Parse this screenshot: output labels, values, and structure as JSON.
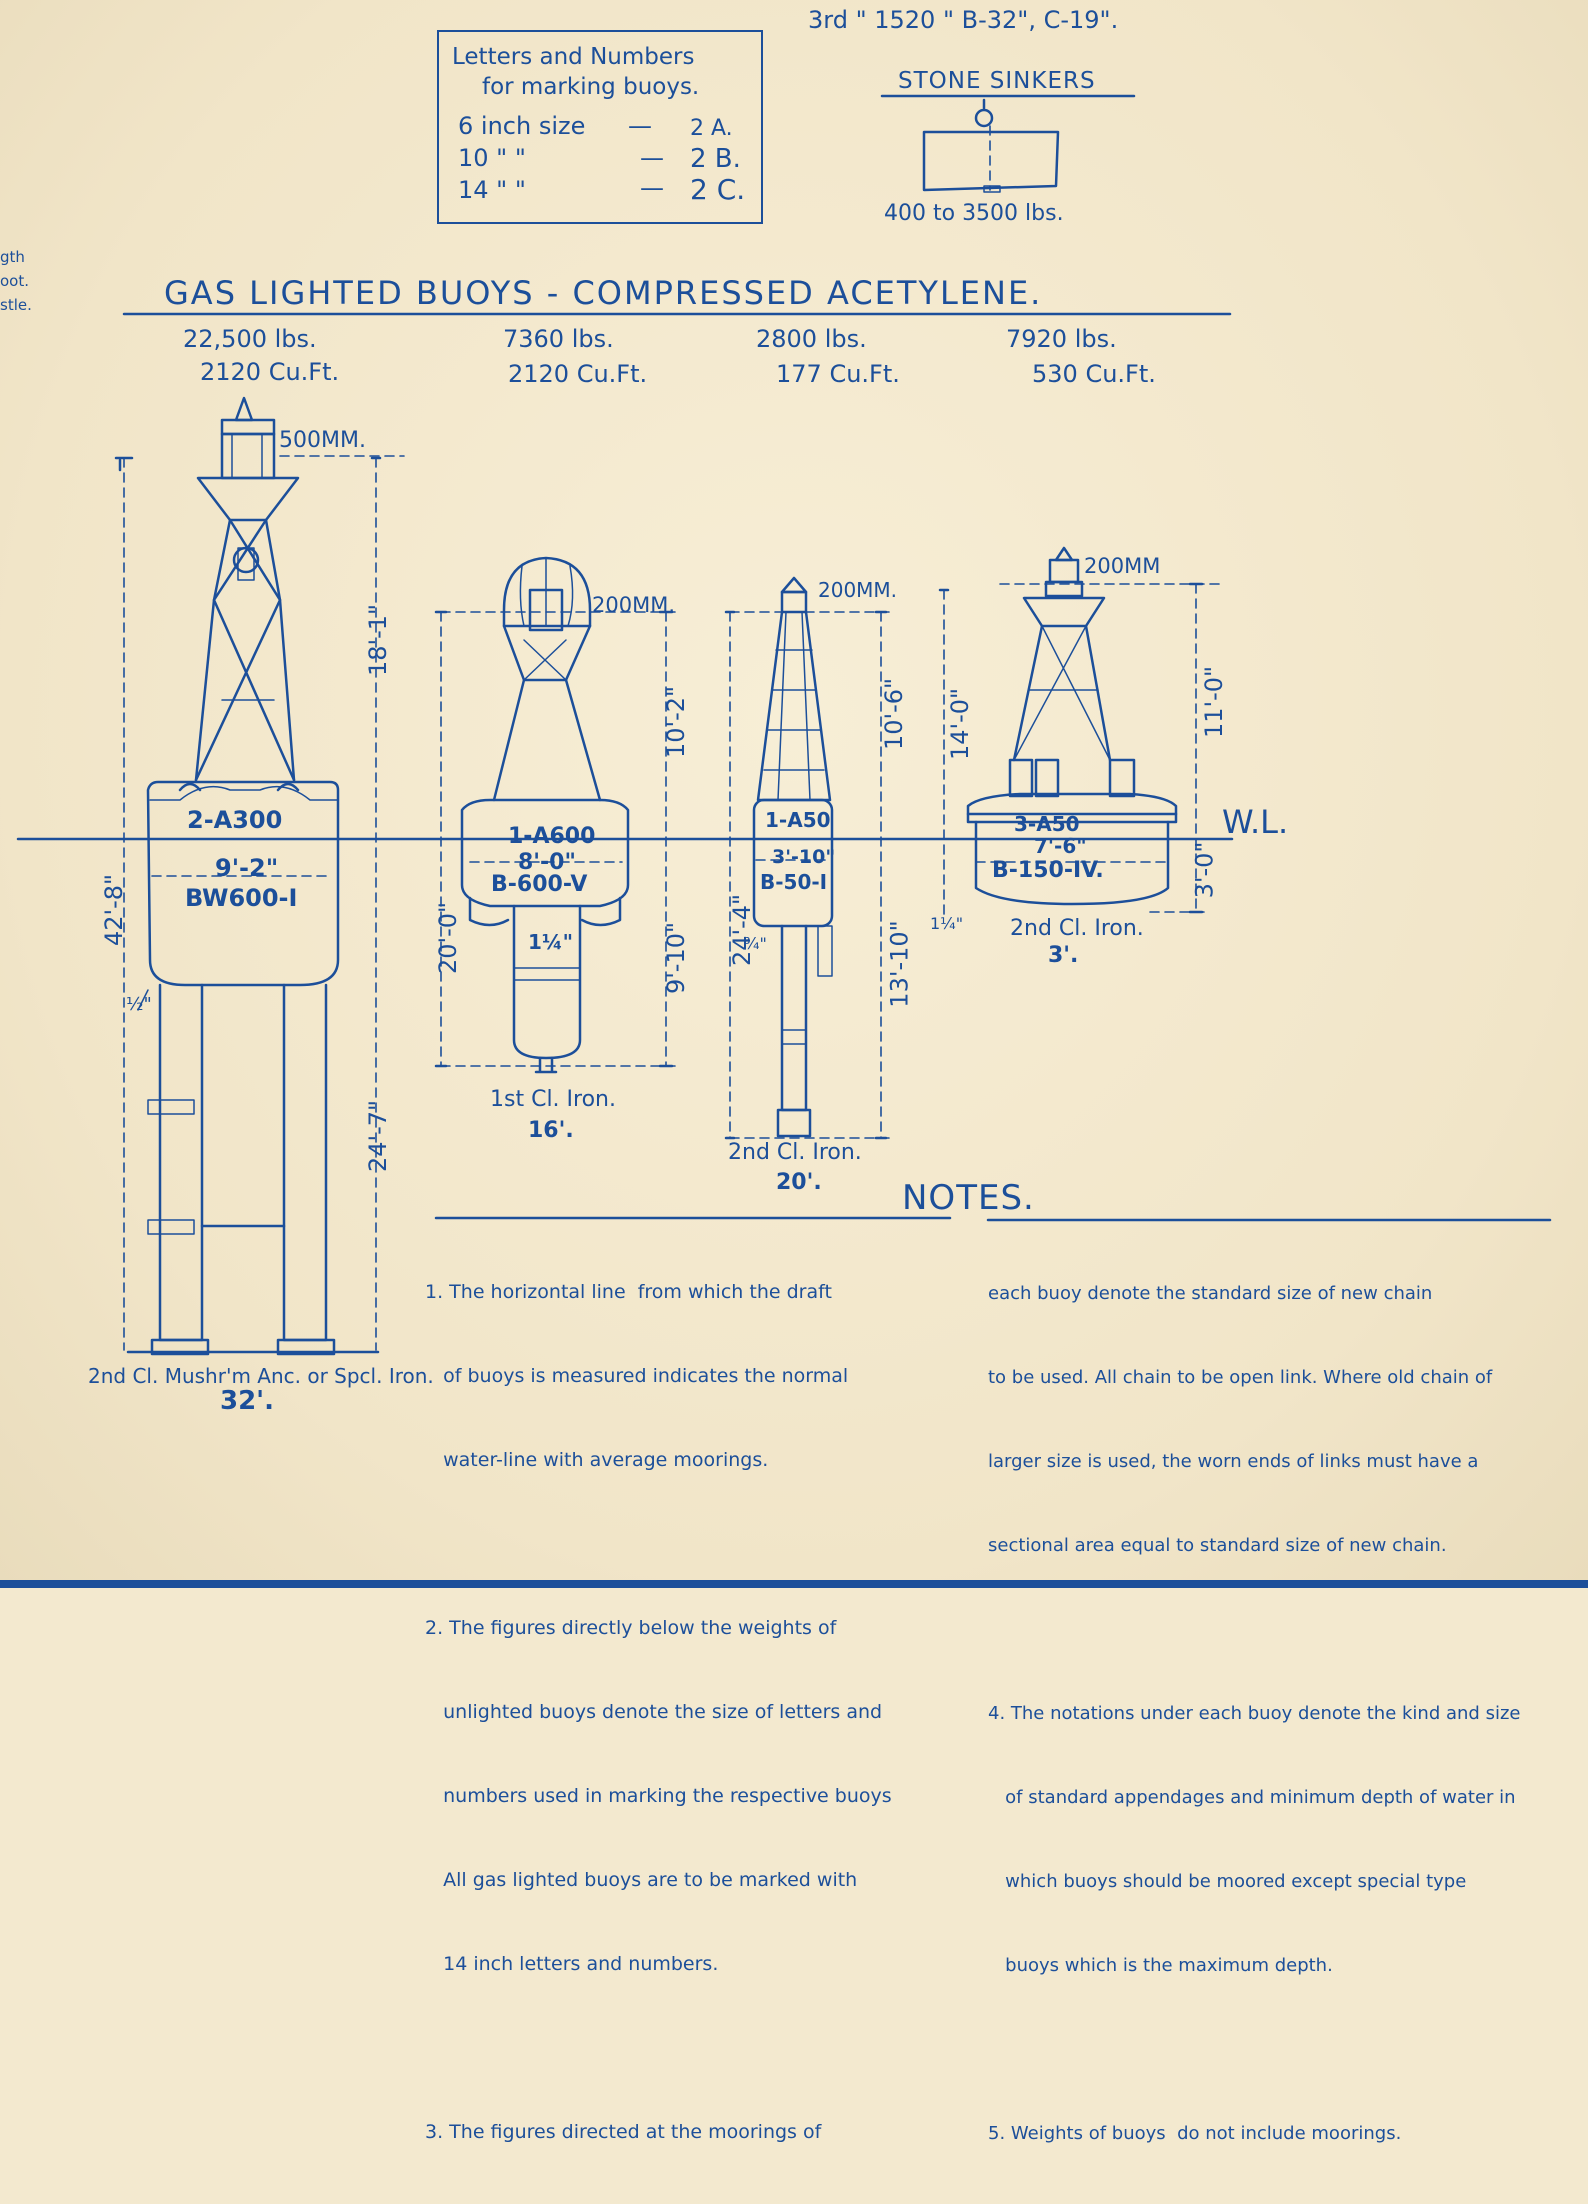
{
  "top_fragment": {
    "line1": "3rd  \"   1520 \"  B-32\", C-19\"."
  },
  "left_fragment": {
    "lines": [
      "gth",
      "oot.",
      "stle."
    ]
  },
  "letters_box": {
    "title_line1": "Letters and Numbers",
    "title_line2": "for marking buoys.",
    "rows": [
      {
        "size": "6 inch size",
        "dash": "—",
        "code": "2 A."
      },
      {
        "size": "10  \"     \"",
        "dash": "—",
        "code": "2 B."
      },
      {
        "size": "14  \"     \"",
        "dash": "—",
        "code": "2 C."
      }
    ]
  },
  "stone_sinkers": {
    "title": "STONE SINKERS",
    "range": "400 to 3500 lbs."
  },
  "section_title": "GAS LIGHTED BUOYS - COMPRESSED ACETYLENE.",
  "buoys": [
    {
      "weight": "22,500 lbs.",
      "volume": "2120 Cu.Ft.",
      "lantern": "500MM.",
      "tower": "18'-1\"",
      "id": "2-A300",
      "dia": "9'-2\"",
      "chain": "BW600-I",
      "draft_total": "42'-8\"",
      "draft_below": "24'-7\"",
      "small": "½\"",
      "anchor": "2nd Cl. Mushr'm Anc. or Spcl. Iron.",
      "depth": "32'."
    },
    {
      "weight": "7360 lbs.",
      "volume": "2120 Cu.Ft.",
      "lantern": "200MM.",
      "tower": "10'-2\"",
      "id": "1-A600",
      "dia": "8'-0\"",
      "chain": "B-600-V",
      "draft_total": "20'-0\"",
      "draft_below": "9'-10\"",
      "small": "1¼\"",
      "anchor": "1st Cl. Iron.",
      "depth": "16'."
    },
    {
      "weight": "2800 lbs.",
      "volume": "177 Cu.Ft.",
      "lantern": "200MM.",
      "tower": "10'-6\"",
      "id": "1-A50",
      "dia": "3'-10\"",
      "chain": "B-50-I",
      "draft_total": "24'-4\"",
      "draft_below": "13'-10\"",
      "small": "¾\"",
      "anchor": "2nd Cl. Iron.",
      "depth": "20'."
    },
    {
      "weight": "7920 lbs.",
      "volume": "530 Cu.Ft.",
      "lantern": "200MM",
      "tower": "11'-0\"",
      "tower_left": "14'-0\"",
      "id": "3-A50",
      "dia": "7'-6\"",
      "chain": "B-150-IV.",
      "draft_total": "3'-0\"",
      "small": "1¼\"",
      "anchor": "2nd Cl. Iron.",
      "depth": "3'."
    }
  ],
  "water_line_label": "W.L.",
  "notes": {
    "title": "NOTES.",
    "col1": [
      "1. The horizontal line  from which the draft",
      "   of buoys is measured indicates the normal",
      "   water-line with average moorings.",
      "",
      "2. The figures directly below the weights of",
      "   unlighted buoys denote the size of letters and",
      "   numbers used in marking the respective buoys",
      "   All gas lighted buoys are to be marked with",
      "   14 inch letters and numbers.",
      "",
      "3. The figures directed at the moorings of"
    ],
    "col2": [
      "each buoy denote the standard size of new chain",
      "to be used. All chain to be open link. Where old chain of",
      "larger size is used, the worn ends of links must have a",
      "sectional area equal to standard size of new chain.",
      "",
      "4. The notations under each buoy denote the kind and size",
      "   of standard appendages and minimum depth of water in",
      "   which buoys should be moored except special type",
      "   buoys which is the maximum depth.",
      "",
      "5. Weights of buoys  do not include moorings."
    ]
  }
}
